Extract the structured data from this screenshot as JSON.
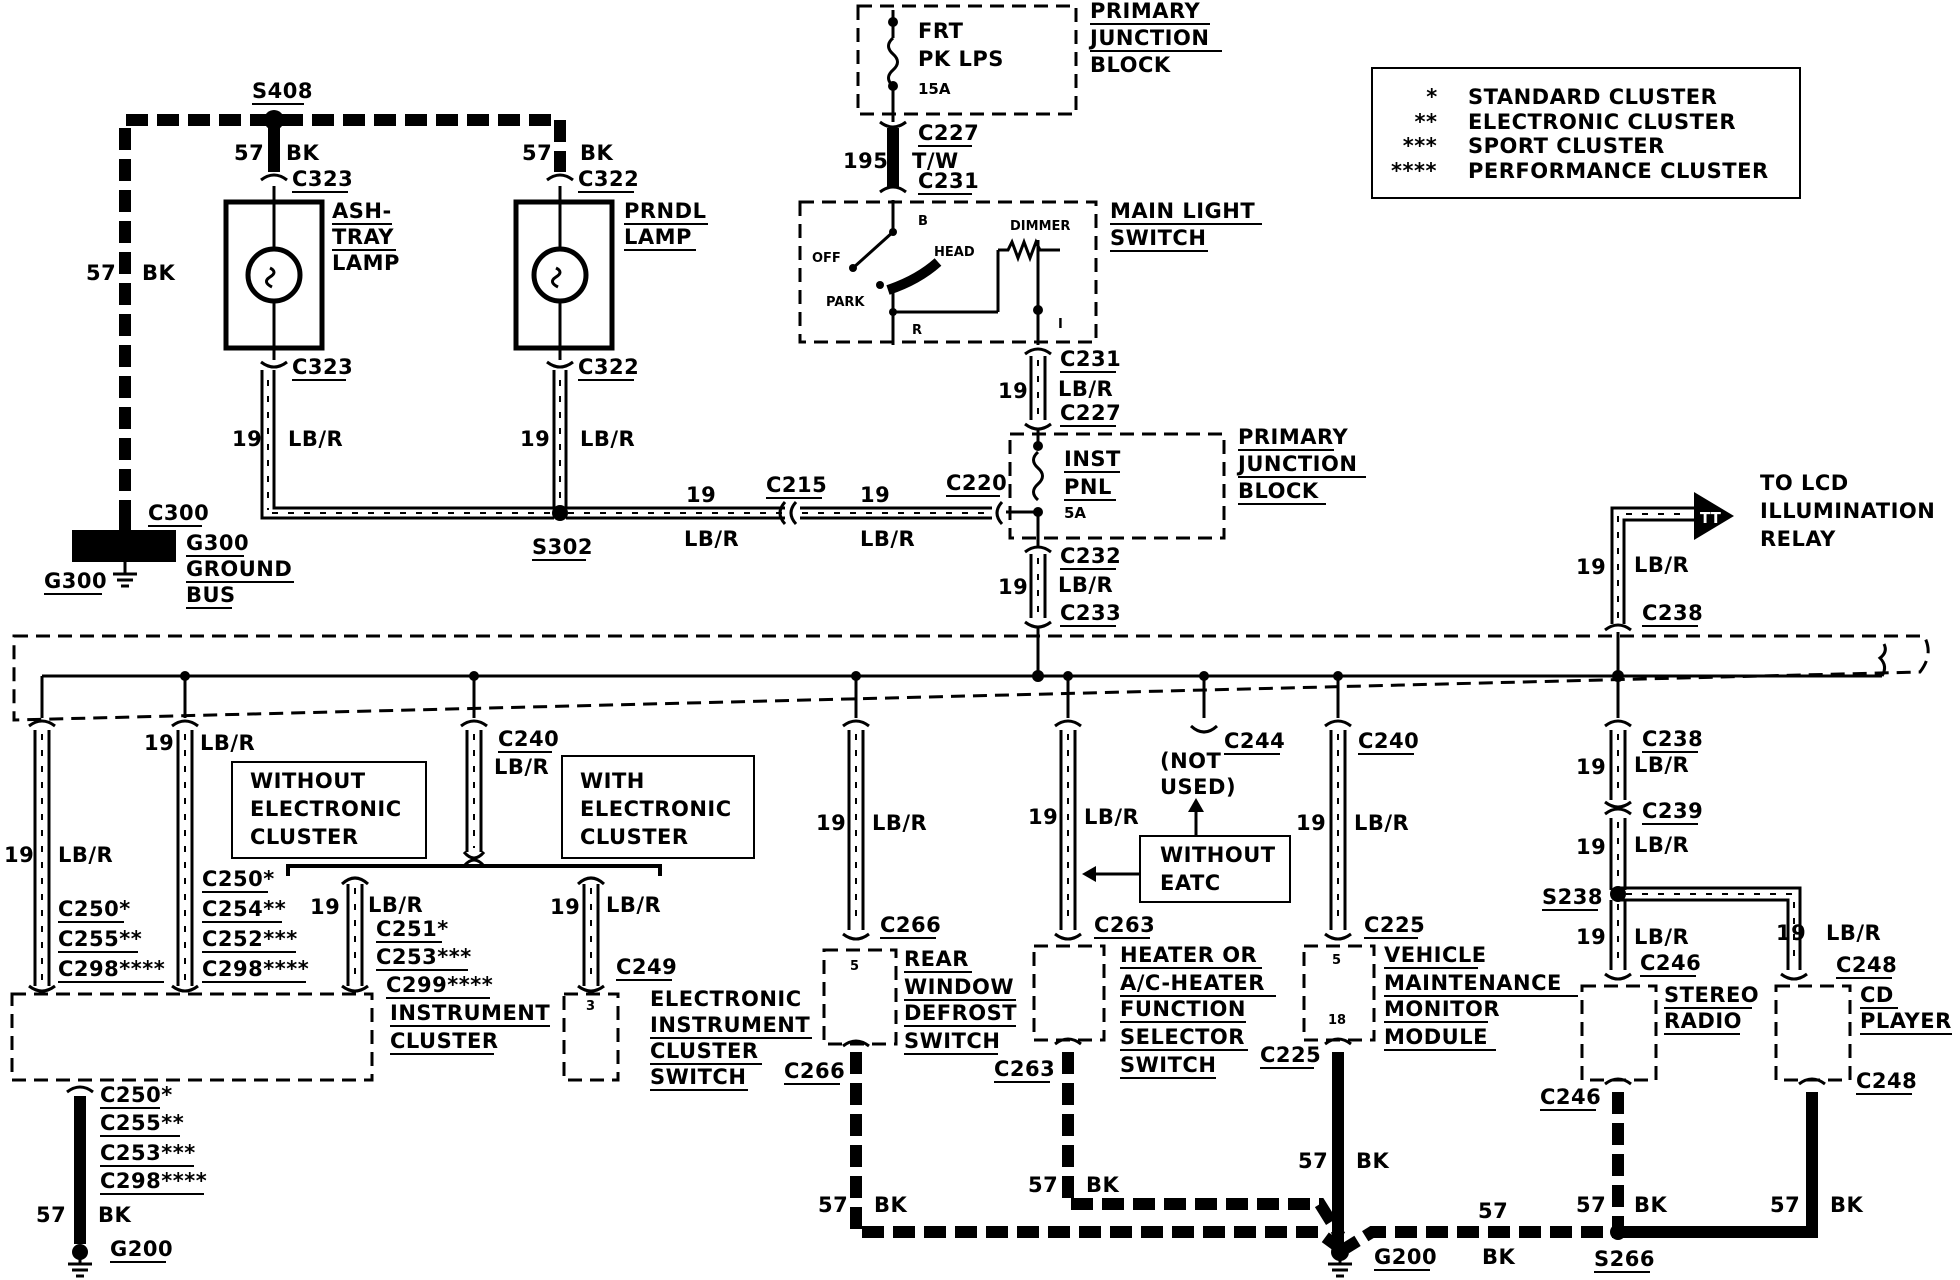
{
  "legend": {
    "items": [
      {
        "mark": "*",
        "text": "STANDARD CLUSTER"
      },
      {
        "mark": "**",
        "text": "ELECTRONIC CLUSTER"
      },
      {
        "mark": "***",
        "text": "SPORT CLUSTER"
      },
      {
        "mark": "****",
        "text": "PERFORMANCE CLUSTER"
      }
    ]
  },
  "components": {
    "primary_junction_block_top": {
      "line1": "PRIMARY",
      "line2": "JUNCTION",
      "line3": "BLOCK"
    },
    "frt_pk_lps_fuse": {
      "line1": "FRT",
      "line2": "PK LPS",
      "rating": "15A"
    },
    "ash_tray_lamp": {
      "line1": "ASH-",
      "line2": "TRAY",
      "line3": "LAMP"
    },
    "prndl_lamp": {
      "line1": "PRNDL",
      "line2": "LAMP"
    },
    "main_light_switch": {
      "line1": "MAIN LIGHT",
      "line2": "SWITCH",
      "pos_off": "OFF",
      "pos_park": "PARK",
      "pos_head": "HEAD",
      "dimmer": "DIMMER",
      "term_b": "B",
      "term_r": "R",
      "term_i": "I"
    },
    "primary_junction_block_mid": {
      "line1": "PRIMARY",
      "line2": "JUNCTION",
      "line3": "BLOCK"
    },
    "inst_pnl_fuse": {
      "line1": "INST",
      "line2": "PNL",
      "rating": "5A"
    },
    "g300_ground_bus": {
      "id": "G300",
      "line1": "GROUND",
      "line2": "BUS"
    },
    "lcd_relay": {
      "line1": "TO LCD",
      "line2": "ILLUMINATION",
      "line3": "RELAY"
    },
    "without_electronic_cluster": {
      "line1": "WITHOUT",
      "line2": "ELECTRONIC",
      "line3": "CLUSTER"
    },
    "with_electronic_cluster": {
      "line1": "WITH",
      "line2": "ELECTRONIC",
      "line3": "CLUSTER"
    },
    "not_used": {
      "line1": "(NOT",
      "line2": "USED)"
    },
    "without_eatc": {
      "line1": "WITHOUT",
      "line2": "EATC"
    },
    "instrument_cluster": {
      "line1": "INSTRUMENT",
      "line2": "CLUSTER"
    },
    "electronic_cluster_switch": {
      "line1": "ELECTRONIC",
      "line2": "INSTRUMENT",
      "line3": "CLUSTER",
      "line4": "SWITCH",
      "pin": "3"
    },
    "rear_window_defrost_switch": {
      "line1": "REAR",
      "line2": "WINDOW",
      "line3": "DEFROST",
      "line4": "SWITCH",
      "pin": "5"
    },
    "heater_selector_switch": {
      "line1": "HEATER OR",
      "line2": "A/C-HEATER",
      "line3": "FUNCTION",
      "line4": "SELECTOR",
      "line5": "SWITCH"
    },
    "vmm": {
      "line1": "VEHICLE",
      "line2": "MAINTENANCE",
      "line3": "MONITOR",
      "line4": "MODULE",
      "pin_top": "5",
      "pin_bottom": "18"
    },
    "stereo_radio": {
      "line1": "STEREO",
      "line2": "RADIO"
    },
    "cd_player": {
      "line1": "CD",
      "line2": "PLAYER"
    }
  },
  "connectors": {
    "s408": "S408",
    "s302": "S302",
    "s238": "S238",
    "s266": "S266",
    "c323": "C323",
    "c322": "C322",
    "c227": "C227",
    "c231": "C231",
    "c215": "C215",
    "c220": "C220",
    "c232": "C232",
    "c233": "C233",
    "c300": "C300",
    "g300": "G300",
    "c238": "C238",
    "c239": "C239",
    "c240": "C240",
    "c244": "C244",
    "c249": "C249",
    "c266": "C266",
    "c263": "C263",
    "c225": "C225",
    "c246": "C246",
    "c248": "C248",
    "g200": "G200",
    "c250s": "C250*",
    "c254d": "C254**",
    "c252t": "C252***",
    "c298q": "C298****",
    "c255d": "C255**",
    "c251s": "C251*",
    "c253t": "C253***",
    "c299q": "C299****",
    "c250s_b": "C250*",
    "c255d_b": "C255**",
    "c253t_b": "C253***",
    "c298q_b": "C298****"
  },
  "wires": {
    "c57": "57",
    "bk": "BK",
    "c195": "195",
    "tw": "T/W",
    "c19": "19",
    "lbr": "LB/R"
  }
}
